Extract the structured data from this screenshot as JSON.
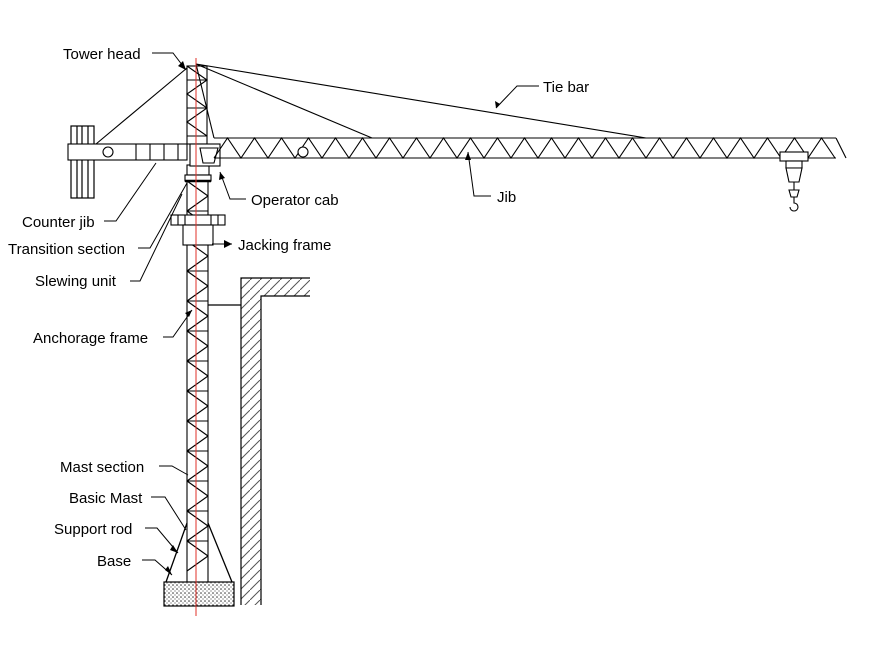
{
  "colors": {
    "line": "#000000",
    "centerline": "#e0302a",
    "hatch": "#555555"
  },
  "labels": {
    "tower_head": "Tower head",
    "tie_bar": "Tie bar",
    "jib": "Jib",
    "operator_cab": "Operator cab",
    "counter_jib": "Counter jib",
    "transition_section": "Transition section",
    "jacking_frame": "Jacking frame",
    "slewing_unit": "Slewing unit",
    "anchorage_frame": "Anchorage frame",
    "mast_section": "Mast section",
    "basic_mast": "Basic Mast",
    "support_rod": "Support rod",
    "base": "Base"
  }
}
